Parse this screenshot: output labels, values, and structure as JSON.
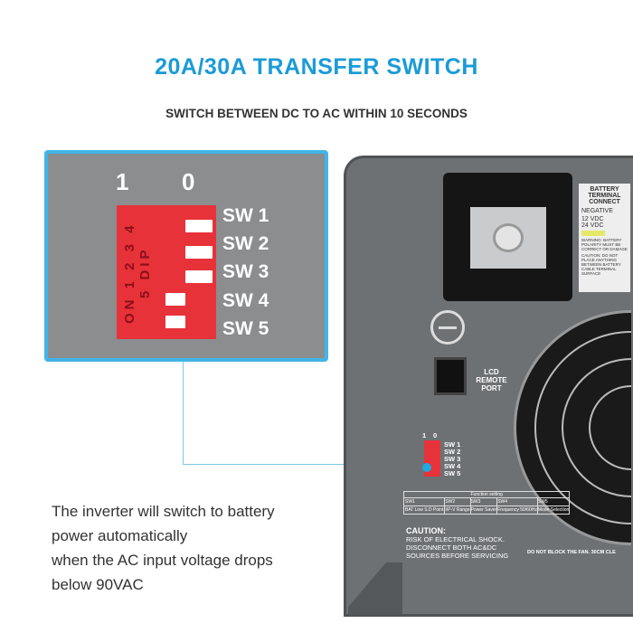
{
  "title": "20A/30A TRANSFER SWITCH",
  "subtitle": "SWITCH BETWEEN DC TO AC WITHIN 10 SECONDS",
  "callout": {
    "pos1": "1",
    "pos0": "0",
    "dip_text": "ON 1 2 3 4 5 DIP",
    "switches": [
      "SW 1",
      "SW 2",
      "SW 3",
      "SW 4",
      "SW 5"
    ]
  },
  "description": [
    "The inverter will switch to battery",
    "power automatically",
    "when the AC input voltage drops",
    "below 90VAC"
  ],
  "inverter": {
    "battery_label": {
      "title": "BATTERY TERMINAL CONNECT",
      "negative": "NEGATIVE",
      "v12": "12 VDC",
      "v24": "24 VDC",
      "warning": "WARNING: BATTERY POLARITY MUST BE CORRECT OR DAMAGE",
      "caution": "CAUTION: DO NOT PLACE ANYTHING BETWEEN BATTERY CABLE TERMINAL SURFACE"
    },
    "port_label": "LCD REMOTE PORT",
    "function_table": {
      "title": "Function setting",
      "headers": [
        "SW1",
        "SW2",
        "SW3",
        "SW4",
        "SW5"
      ],
      "values": [
        "BAT Low S.D Point",
        "I/P-V Range",
        "Power Saver",
        "Frequency 50/60Hz",
        "Mode Selection"
      ]
    },
    "caution": [
      "CAUTION:",
      "RISK OF ELECTRICAL SHOCK.",
      "DISCONNECT BOTH AC&DC",
      "SOURCES BEFORE SERVICING"
    ],
    "fan_notice": "DO NOT BLOCK THE FAN. 30CM CLE"
  },
  "colors": {
    "accent": "#1b9bd7",
    "dip_red": "#e8323a"
  }
}
